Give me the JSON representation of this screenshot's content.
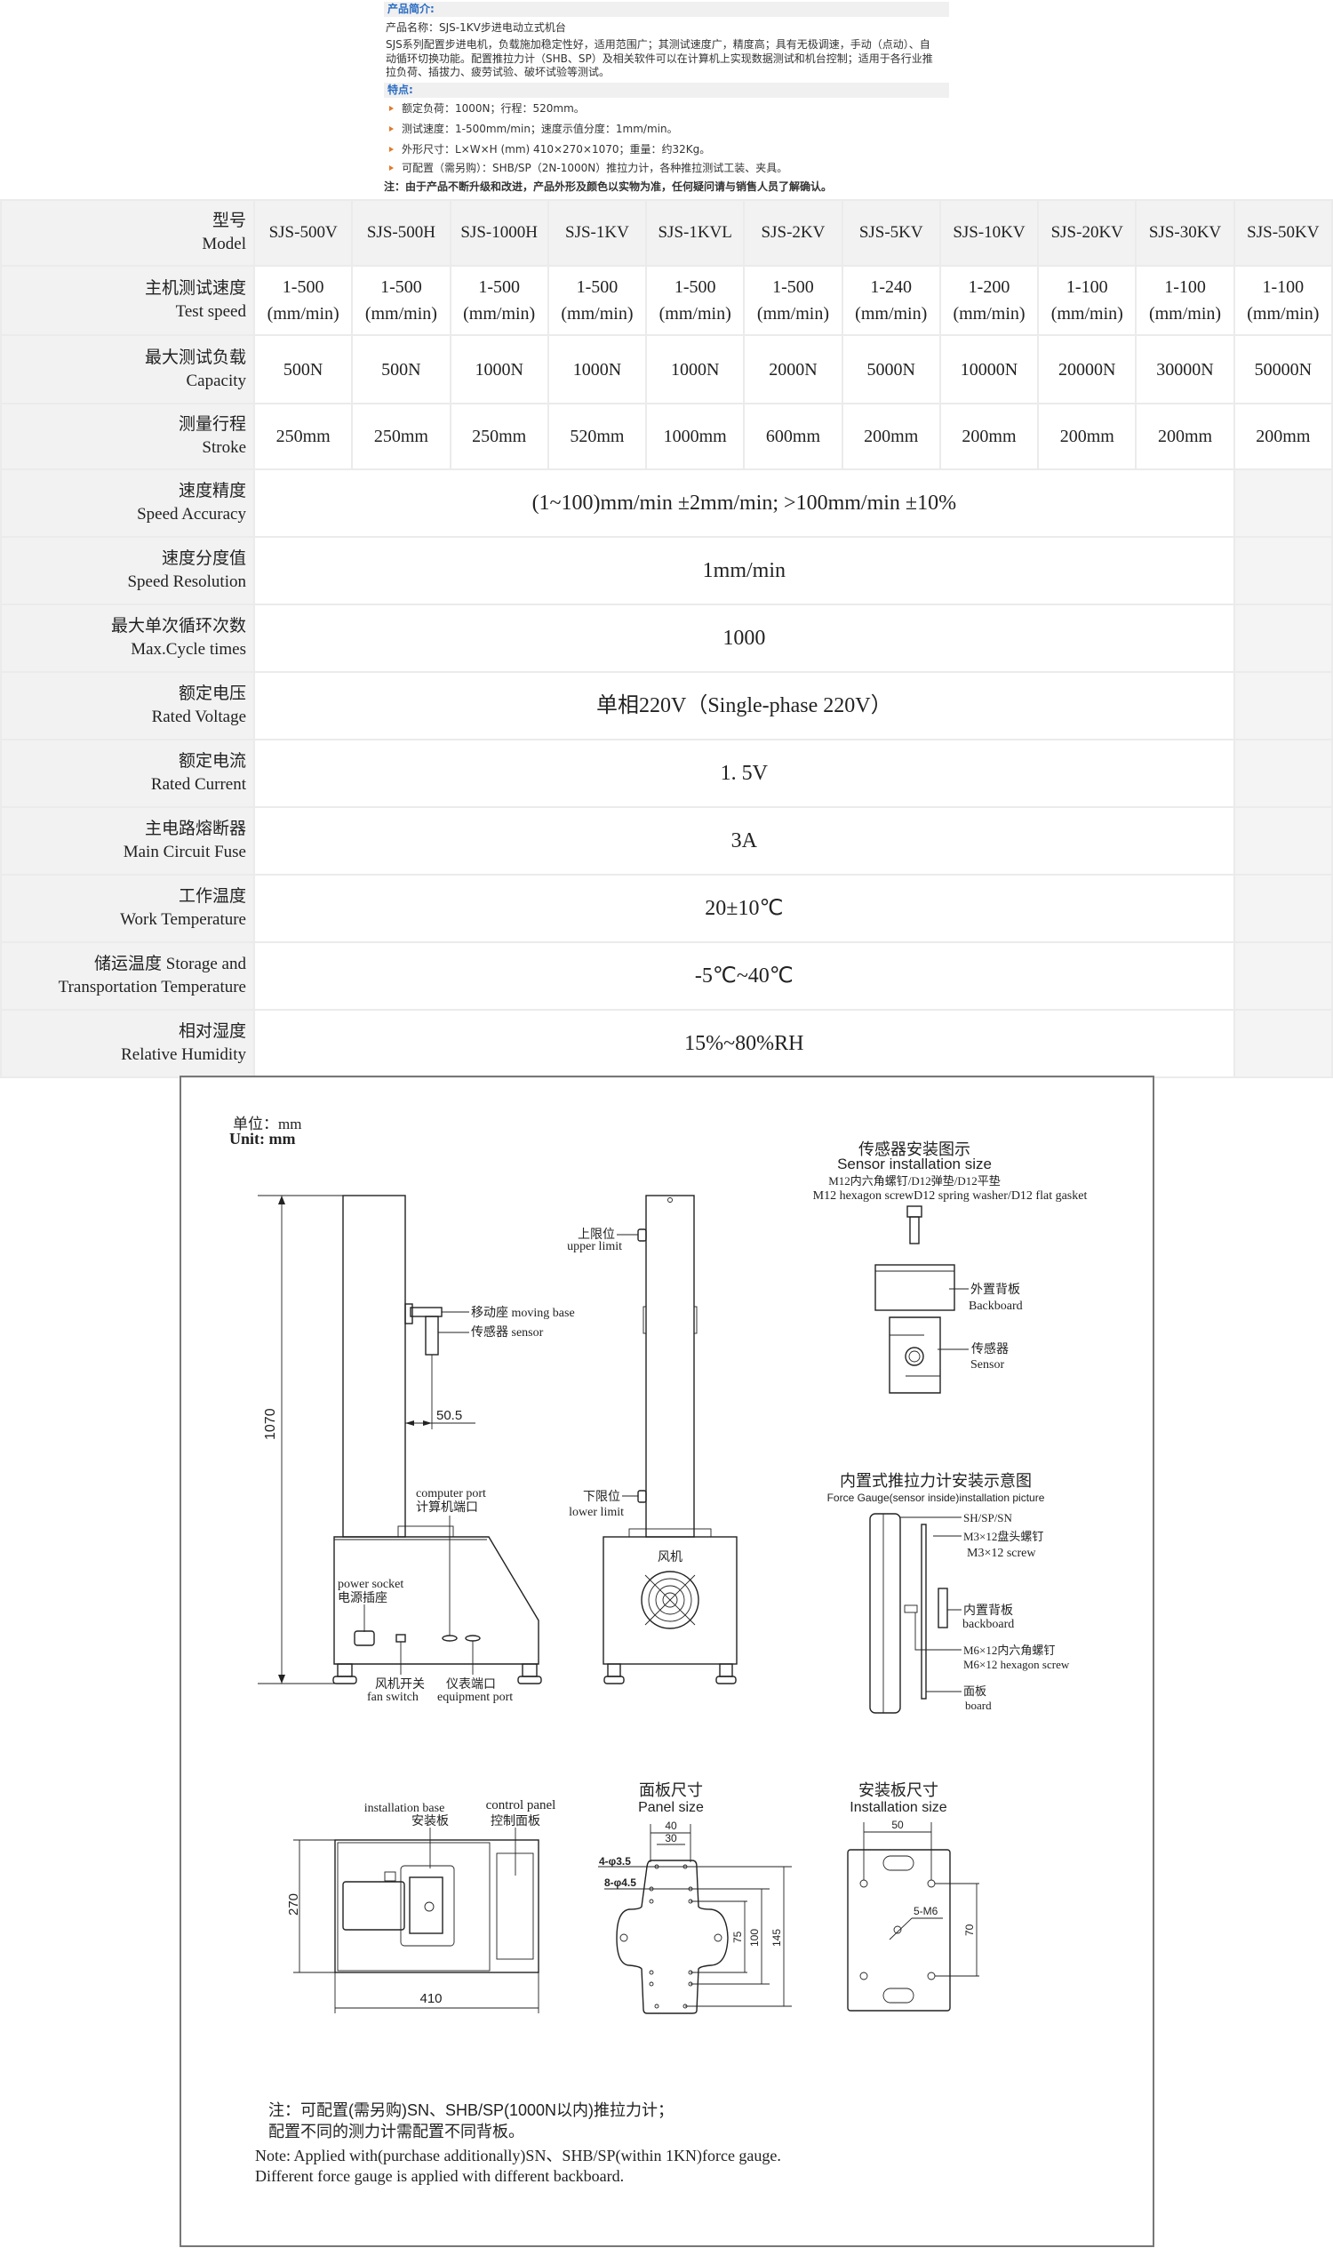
{
  "intro": {
    "heading": "产品简介:",
    "name_line": "产品名称：SJS-1KV步进电动立式机台",
    "desc_lines": [
      "SJS系列配置步进电机，负载施加稳定性好，适用范围广；其测试速度广，精度高；具有无极调速，手动（点动）、自",
      "动循环切换功能。配置推拉力计（SHB、SP）及相关软件可以在计算机上实现数据测试和机台控制；适用于各行业推",
      "拉负荷、插拔力、疲劳试验、破坏试验等测试。"
    ],
    "features_heading": "特点:",
    "features": [
      "额定负荷：1000N；行程：520mm。",
      "测试速度：1-500mm/min；速度示值分度：1mm/min。",
      "外形尺寸：L×W×H (mm) 410×270×1070；重量：约32Kg。",
      "可配置（需另购）：SHB/SP（2N-1000N）推拉力计，各种推拉测试工装、夹具。"
    ],
    "note": "注：由于产品不断升级和改进，产品外形及颜色以实物为准，任何疑问请与销售人员了解确认。",
    "accent": "#2a6cc4"
  },
  "spec": {
    "model_label": {
      "cn": "型号",
      "en": "Model"
    },
    "models": [
      "SJS-500V",
      "SJS-500H",
      "SJS-1000H",
      "SJS-1KV",
      "SJS-1KVL",
      "SJS-2KV",
      "SJS-5KV",
      "SJS-10KV",
      "SJS-20KV",
      "SJS-30KV",
      "SJS-50KV"
    ],
    "speed": {
      "cn": "主机测试速度",
      "en": "Test speed",
      "values": [
        "1-500",
        "1-500",
        "1-500",
        "1-500",
        "1-500",
        "1-500",
        "1-240",
        "1-200",
        "1-100",
        "1-100",
        "1-100"
      ],
      "unit": "(mm/min)"
    },
    "capacity": {
      "cn": "最大测试负载",
      "en": "Capacity",
      "values": [
        "500N",
        "500N",
        "1000N",
        "1000N",
        "1000N",
        "2000N",
        "5000N",
        "10000N",
        "20000N",
        "30000N",
        "50000N"
      ]
    },
    "stroke": {
      "cn": "测量行程",
      "en": "Stroke",
      "values": [
        "250mm",
        "250mm",
        "250mm",
        "520mm",
        "1000mm",
        "600mm",
        "200mm",
        "200mm",
        "200mm",
        "200mm",
        "200mm"
      ]
    },
    "merged": [
      {
        "cn": "速度精度",
        "en": "Speed Accuracy",
        "value": "(1~100)mm/min ±2mm/min; >100mm/min ±10%"
      },
      {
        "cn": "速度分度值",
        "en": "Speed Resolution",
        "value": "1mm/min"
      },
      {
        "cn": "最大单次循环次数",
        "en": "Max.Cycle times",
        "value": "1000"
      },
      {
        "cn": "额定电压",
        "en": "Rated Voltage",
        "value": "单相220V（Single-phase 220V）"
      },
      {
        "cn": "额定电流",
        "en": "Rated Current",
        "value": "1. 5V"
      },
      {
        "cn": "主电路熔断器",
        "en": "Main Circuit Fuse",
        "value": "3A"
      },
      {
        "cn": "工作温度",
        "en": "Work Temperature",
        "value": "20±10℃"
      },
      {
        "cn": "储运温度  Storage and",
        "en": "Transportation  Temperature",
        "value": "-5℃~40℃"
      },
      {
        "cn": "相对湿度",
        "en": "Relative Humidity",
        "value": "15%~80%RH"
      }
    ]
  },
  "drawing": {
    "unit_cn": "单位：mm",
    "unit_en": "Unit:  mm",
    "dim_height": "1070",
    "dim_offset": "50.5",
    "moving_base": "移动座 moving base",
    "sensor": "传感器 sensor",
    "computer_port_en": "computer  port",
    "computer_port_cn": "计算机端口",
    "power_socket_en": "power  socket",
    "power_socket_cn": "电源插座",
    "fan_switch_cn": "风机开关",
    "fan_switch_en": "fan switch",
    "equipment_port_cn": "仪表端口",
    "equipment_port_en": "equipment port",
    "upper_limit_cn": "上限位",
    "upper_limit_en": "upper limit",
    "lower_limit_cn": "下限位",
    "lower_limit_en": "lower  limit",
    "fan": "风机",
    "sensor_install": {
      "title_cn": "传感器安装图示",
      "title_en": "Sensor installation size",
      "screw_cn": "M12内六角螺钉/D12弹垫/D12平垫",
      "screw_en": "M12 hexagon screwD12 spring washer/D12 flat gasket",
      "backboard_cn": "外置背板",
      "backboard_en": "Backboard",
      "sensor_cn": "传感器",
      "sensor_en": "Sensor"
    },
    "gauge_install": {
      "title_cn": "内置式推拉力计安装示意图",
      "title_en": "Force Gauge(sensor inside)installation picture",
      "models": "SH/SP/SN",
      "m3_cn": "M3×12盘头螺钉",
      "m3_en": "M3×12 screw",
      "backboard_cn": "内置背板",
      "backboard_en": "backboard",
      "m6_cn": "M6×12内六角螺钉",
      "m6_en": "M6×12  hexagon screw",
      "panel_cn": "面板",
      "panel_en": "board"
    },
    "top_view": {
      "install_base_en": "installation base",
      "install_base_cn": "安装板",
      "control_panel_en": "control panel",
      "control_panel_cn": "控制面板",
      "dim_depth": "270",
      "dim_width": "410"
    },
    "panel_size": {
      "title_cn": "面板尺寸",
      "title_en": "Panel size",
      "d40": "40",
      "d30": "30",
      "holes1": "4-φ3.5",
      "holes2": "8-φ4.5",
      "d75": "75",
      "d100": "100",
      "d145": "145"
    },
    "install_size": {
      "title_cn": "安装板尺寸",
      "title_en": "Installation size",
      "d50": "50",
      "d70": "70",
      "holes": "5-M6"
    },
    "notes": [
      "注：可配置(需另购)SN、SHB/SP(1000N以内)推拉力计；",
      "配置不同的测力计需配置不同背板。",
      "Note: Applied with(purchase additionally)SN、SHB/SP(within 1KN)force gauge.",
      "Different force gauge is  applied with different backboard."
    ]
  }
}
